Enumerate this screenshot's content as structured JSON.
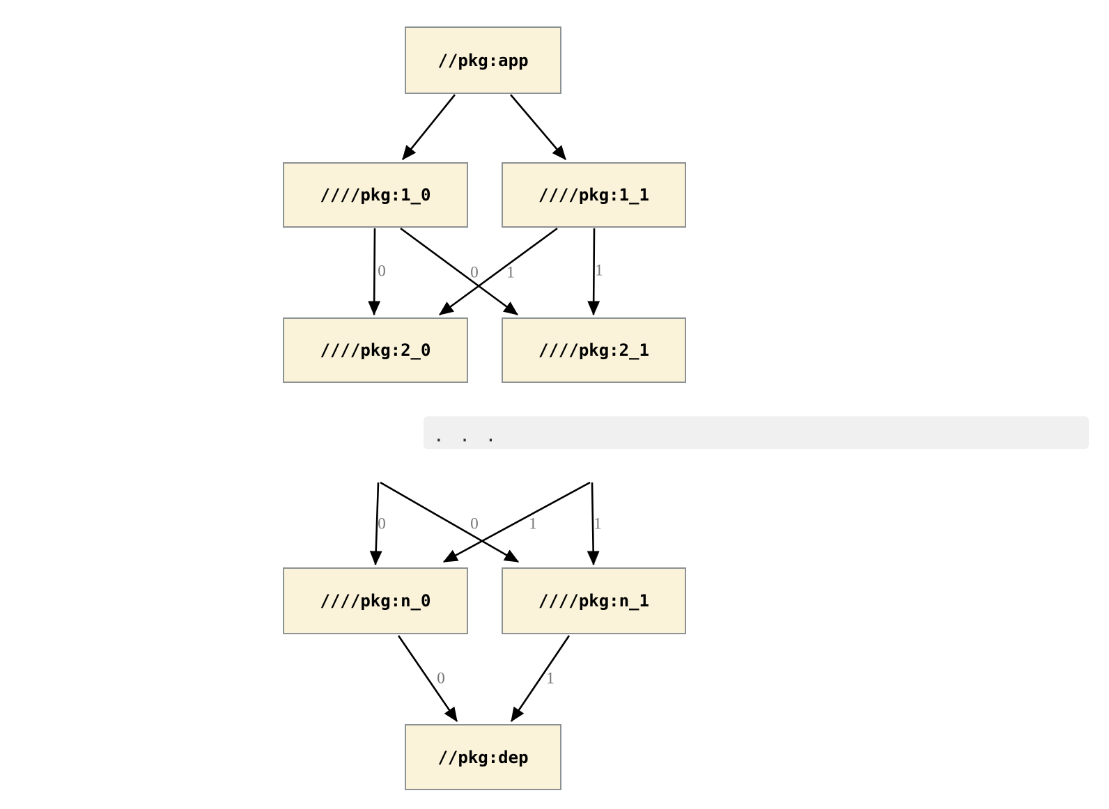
{
  "diagram": {
    "colors": {
      "background": "#ffffff",
      "node_fill": "#faf3d9",
      "node_border": "#8c9193",
      "edge": "#000000",
      "edge_label": "#757575",
      "separator_band": "#f0f0f0"
    },
    "upper": {
      "nodes": {
        "app": "//pkg:app",
        "v1_0": "////pkg:1_0",
        "v1_1": "////pkg:1_1",
        "v2_0": "////pkg:2_0",
        "v2_1": "////pkg:2_1"
      },
      "edge_labels": {
        "v1_0_to_v2_0": "0",
        "v1_0_to_v2_1": "0",
        "v1_1_to_v2_0": "1",
        "v1_1_to_v2_1": "1"
      }
    },
    "separator": {
      "text": ". . ."
    },
    "lower": {
      "nodes": {
        "vn_0": "////pkg:n_0",
        "vn_1": "////pkg:n_1",
        "dep": "//pkg:dep"
      },
      "edge_labels": {
        "left_to_n_0": "0",
        "left_to_n_1": "0",
        "right_to_n_0": "1",
        "right_to_n_1": "1",
        "n_0_to_dep": "0",
        "n_1_to_dep": "1"
      }
    }
  }
}
